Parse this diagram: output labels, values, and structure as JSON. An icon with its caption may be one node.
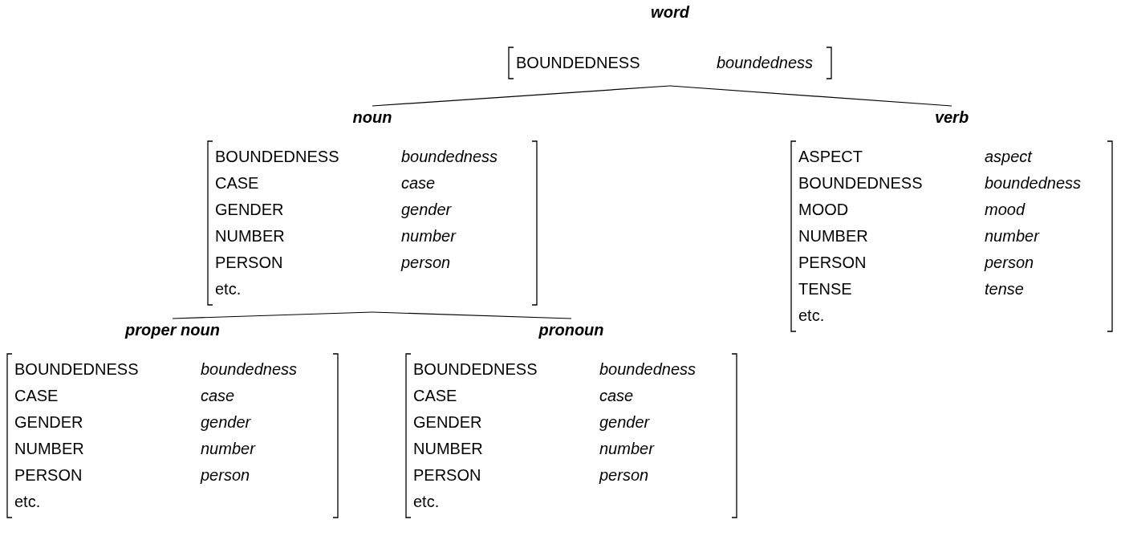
{
  "diagram": {
    "nodes": [
      {
        "text": [
          "word",
          "BOUNDEDNESS",
          "boundedness"
        ]
      },
      {
        "text": [
          "noun",
          "BOUNDEDNESS",
          "boundedness",
          "CASE",
          "case",
          "GENDER",
          "gender",
          "NUMBER",
          "number",
          "PERSON",
          "person",
          "etc."
        ]
      },
      {
        "text": [
          "verb",
          "ASPECT",
          "aspect",
          "BOUNDEDNESS",
          "boundedness",
          "MOOD",
          "mood",
          "NUMBER",
          "number",
          "PERSON",
          "person",
          "TENSE",
          "tense",
          "etc."
        ]
      },
      {
        "text": [
          "proper noun",
          "BOUNDEDNESS",
          "boundedness",
          "CASE",
          "case",
          "GENDER",
          "gender",
          "NUMBER",
          "number",
          "PERSON",
          "person",
          "etc."
        ]
      },
      {
        "text": [
          "pronoun",
          "BOUNDEDNESS",
          "boundedness",
          "CASE",
          "case",
          "GENDER",
          "gender",
          "NUMBER",
          "number",
          "PERSON",
          "person",
          "etc."
        ]
      }
    ],
    "edges": [
      {
        "from": 0,
        "to": 1,
        "arrow": "none"
      },
      {
        "from": 0,
        "to": 2,
        "arrow": "none"
      },
      {
        "from": 1,
        "to": 3,
        "arrow": "none"
      },
      {
        "from": 1,
        "to": 4,
        "arrow": "none"
      }
    ]
  }
}
